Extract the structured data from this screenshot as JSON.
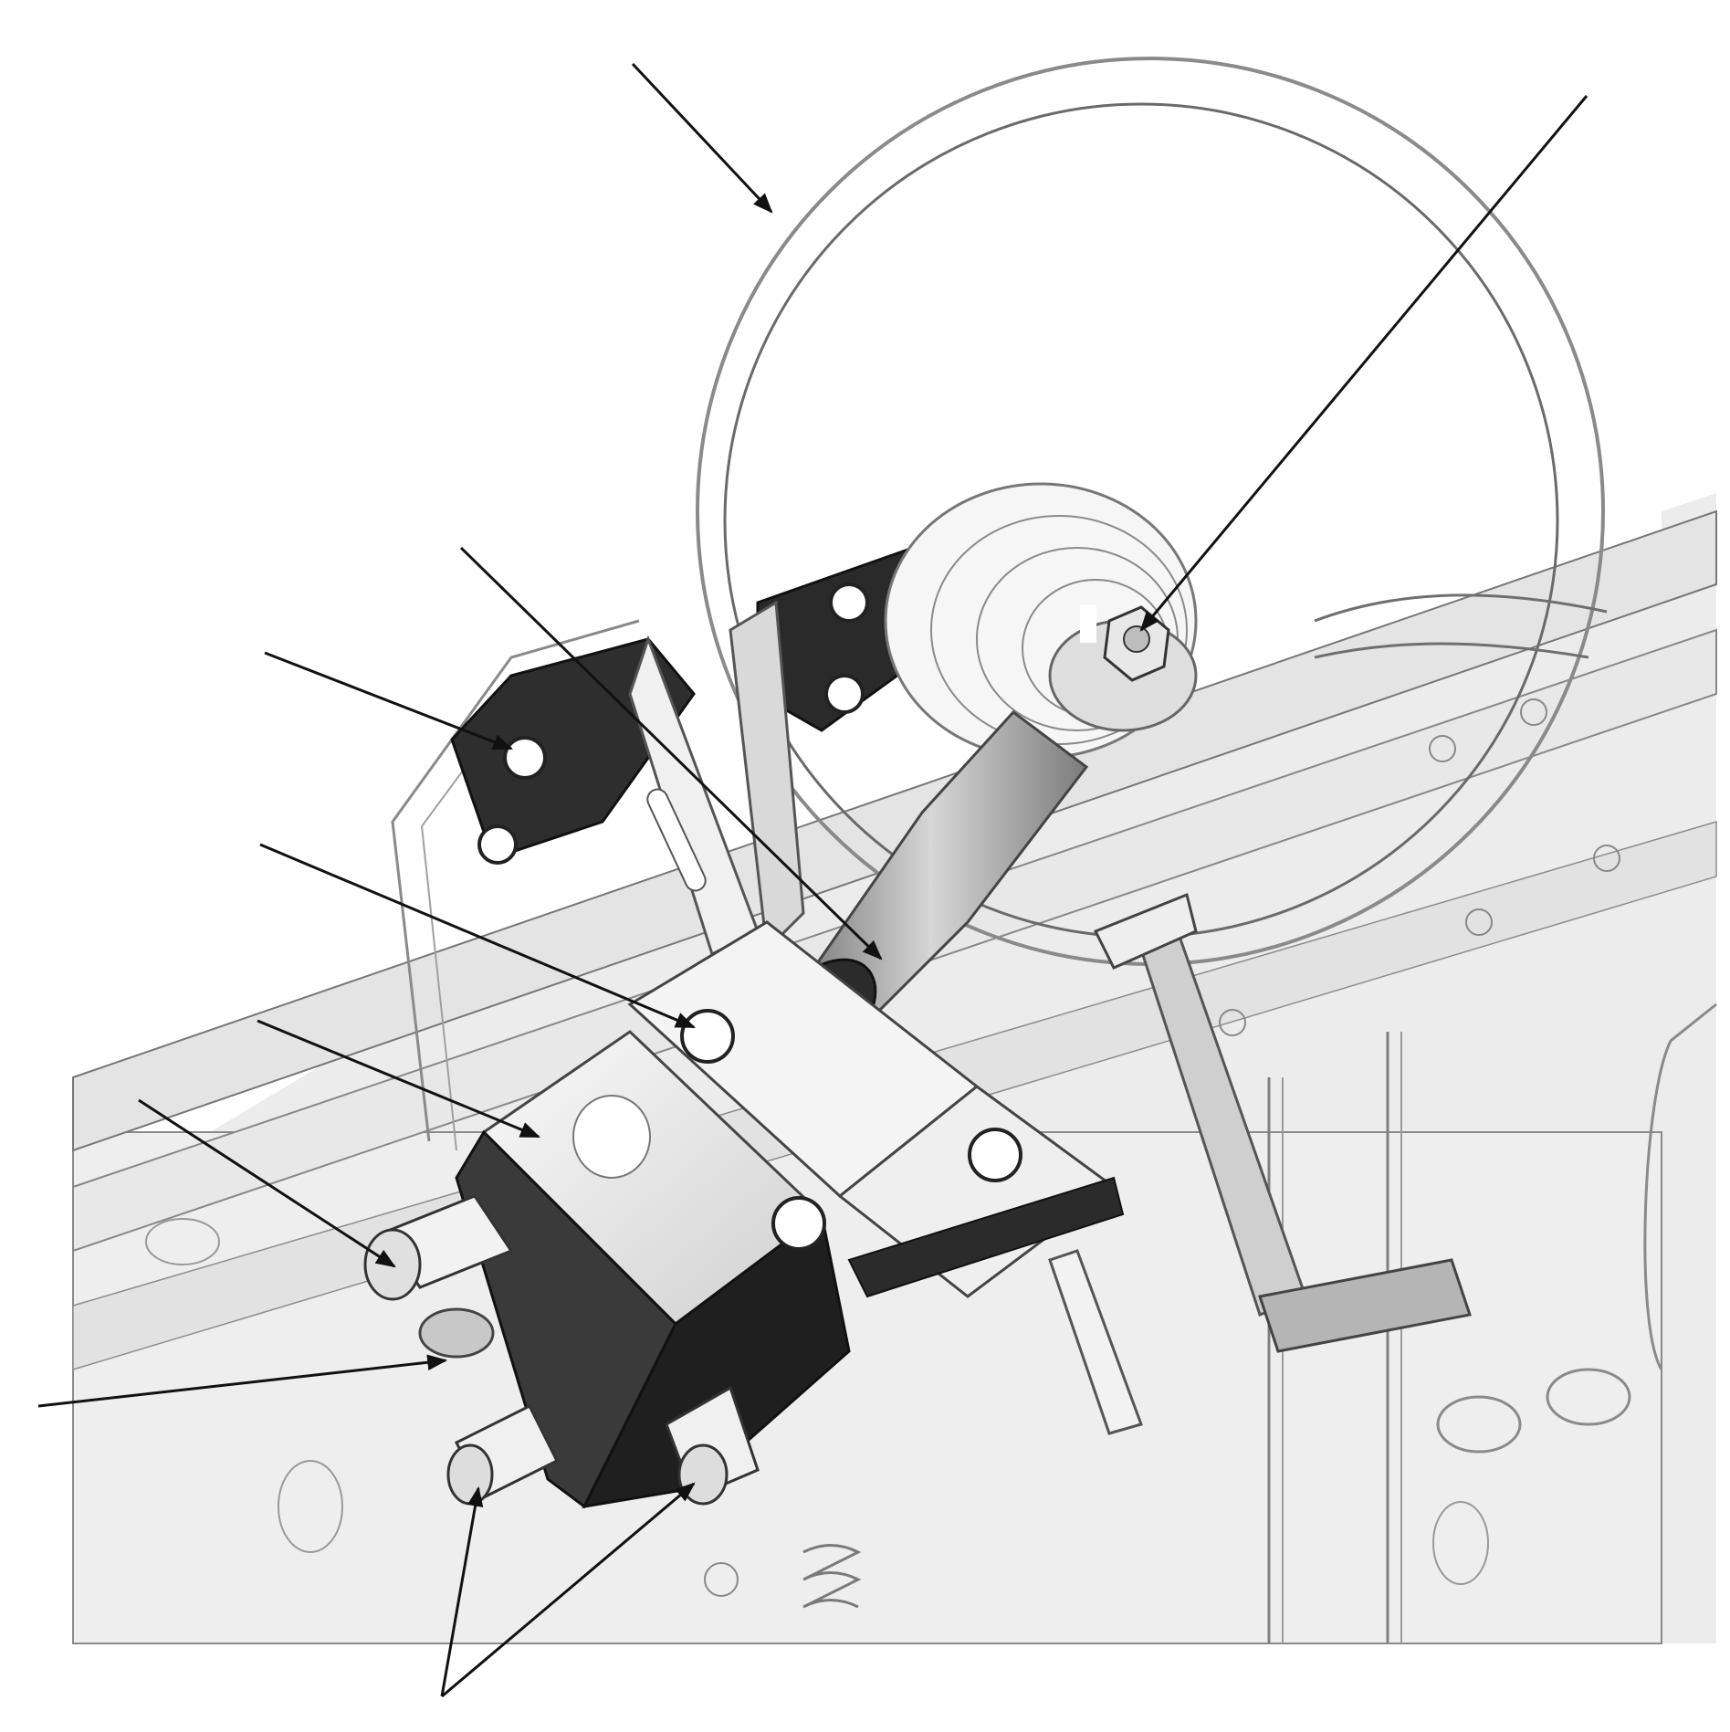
{
  "figure": {
    "description_visible_text": "",
    "colors": {
      "background": "#ffffff",
      "frame_fill": "#e9e9e9",
      "frame_line": "#7a7a7a",
      "dark_part": "#2a2a2a",
      "mid_part": "#9a9a9a",
      "light_part": "#f4f4f4",
      "leader_line": "#111111"
    },
    "parts": [
      {
        "name": "handwheel"
      },
      {
        "name": "center-nut"
      },
      {
        "name": "upper-bracket"
      },
      {
        "name": "mounting-plate"
      },
      {
        "name": "shaft"
      },
      {
        "name": "gear-housing"
      },
      {
        "name": "lever-arm"
      },
      {
        "name": "bolt"
      },
      {
        "name": "stud"
      }
    ],
    "leaders": [
      {
        "name": "leader-handwheel",
        "points_to": "handwheel"
      },
      {
        "name": "leader-center-nut",
        "points_to": "center-nut"
      },
      {
        "name": "leader-shaft",
        "points_to": "shaft"
      },
      {
        "name": "leader-upper-bolt",
        "points_to": "bolt"
      },
      {
        "name": "leader-plate-bolt",
        "points_to": "bolt"
      },
      {
        "name": "leader-housing",
        "points_to": "gear-housing"
      },
      {
        "name": "leader-left-stud",
        "points_to": "stud"
      },
      {
        "name": "leader-washer",
        "points_to": "stud"
      },
      {
        "name": "leader-lower-stud-a",
        "points_to": "stud"
      },
      {
        "name": "leader-lower-stud-b",
        "points_to": "stud"
      }
    ]
  }
}
